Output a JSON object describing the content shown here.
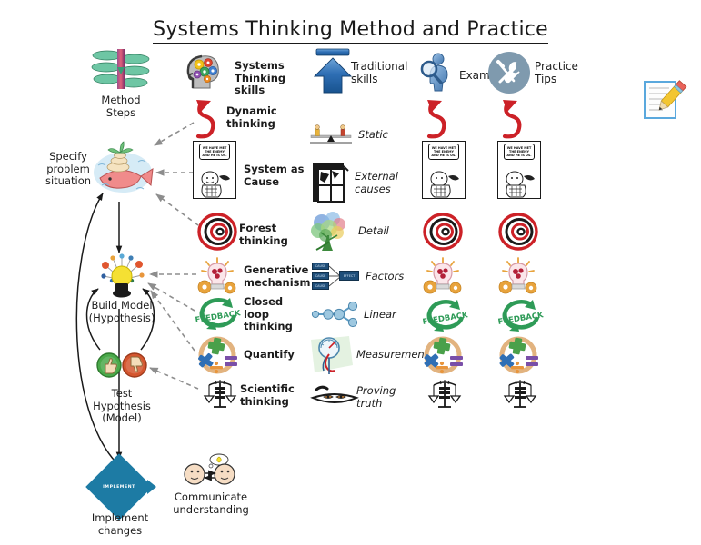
{
  "title": "Systems Thinking Method and Practice",
  "headers": [
    {
      "key": "method_steps",
      "label": "Method\nSteps",
      "icon": "spiral-staircase-icon"
    },
    {
      "key": "systems",
      "label": "Systems\nThinking skills",
      "icon": "head-with-gears-icon"
    },
    {
      "key": "traditional",
      "label": "Traditional\nskills",
      "icon": "blue-up-arrow-icon"
    },
    {
      "key": "examples",
      "label": "Examples",
      "icon": "person-magnifier-icon"
    },
    {
      "key": "practice_tips",
      "label": "Practice\nTips",
      "icon": "wrench-screwdriver-icon"
    }
  ],
  "corner_note_icon": "note-and-pencil-icon",
  "method_steps": [
    {
      "key": "specify",
      "label": "Specify\nproblem\nsituation",
      "icon": "fish-problem-icon"
    },
    {
      "key": "build_model",
      "label": "Build Model\n(Hypothesis)",
      "icon": "lightbulb-atom-icon"
    },
    {
      "key": "test",
      "label": "Test\nHypothesis\n(Model)",
      "icon": "thumbs-up-down-icon"
    },
    {
      "key": "implement",
      "label": "Implement\nchanges",
      "icon": "implement-diamond-icon",
      "badge_text": "IMPLEMENT"
    },
    {
      "key": "communicate",
      "label": "Communicate\nunderstanding",
      "icon": "two-faces-idea-icon"
    }
  ],
  "systems_skills": [
    {
      "key": "dynamic",
      "label": "Dynamic\nthinking",
      "icon": "red-swirl-arrow-icon"
    },
    {
      "key": "cause",
      "label": "System as\nCause",
      "icon": "pogo-cartoon-icon",
      "caption": "WE HAVE MET\nTHE ENEMY\nAND HE IS US."
    },
    {
      "key": "forest",
      "label": "Forest\nthinking",
      "icon": "red-spiral-target-icon"
    },
    {
      "key": "generative",
      "label": "Generative\nmechanism",
      "icon": "lightbulb-gears-icon"
    },
    {
      "key": "closedloop",
      "label": "Closed\nloop\nthinking",
      "icon": "feedback-loop-icon",
      "caption": "FEEDBACK"
    },
    {
      "key": "quantify",
      "label": "Quantify",
      "icon": "math-symbols-icon"
    },
    {
      "key": "scientific",
      "label": "Scientific\nthinking",
      "icon": "balance-scale-icon"
    }
  ],
  "traditional_skills": [
    {
      "key": "static",
      "label": "Static",
      "icon": "seesaw-icon"
    },
    {
      "key": "external",
      "label": "External\ncauses",
      "icon": "broken-window-icon"
    },
    {
      "key": "detail",
      "label": "Detail",
      "icon": "colorful-tree-icon"
    },
    {
      "key": "factors",
      "label": "Factors",
      "icon": "cause-effect-boxes-icon",
      "cause_label": "CAUSE",
      "effect_label": "EFFECT"
    },
    {
      "key": "linear",
      "label": "Linear",
      "icon": "linear-nodes-icon"
    },
    {
      "key": "measurement",
      "label": "Measurement",
      "icon": "gauge-measurement-icon"
    },
    {
      "key": "proving",
      "label": "Proving\ntruth",
      "icon": "proving-truth-icon"
    }
  ],
  "examples_column": [
    "red-swirl-arrow-icon",
    "pogo-cartoon-icon",
    "red-spiral-target-icon",
    "lightbulb-gears-icon",
    "feedback-loop-icon",
    "math-symbols-icon",
    "balance-scale-icon"
  ],
  "practice_tips_column": [
    "red-swirl-arrow-icon",
    "pogo-cartoon-icon",
    "red-spiral-target-icon",
    "lightbulb-gears-icon",
    "feedback-loop-icon",
    "math-symbols-icon",
    "balance-scale-icon"
  ],
  "colors": {
    "accent_blue": "#1d7ba4",
    "badge_blue": "#6f9ec4",
    "badge_grey": "#7f9aae",
    "red": "#cc2127",
    "green": "#2e9b57",
    "dashed_grey": "#8d8d8d",
    "text": "#1c1c1c"
  }
}
